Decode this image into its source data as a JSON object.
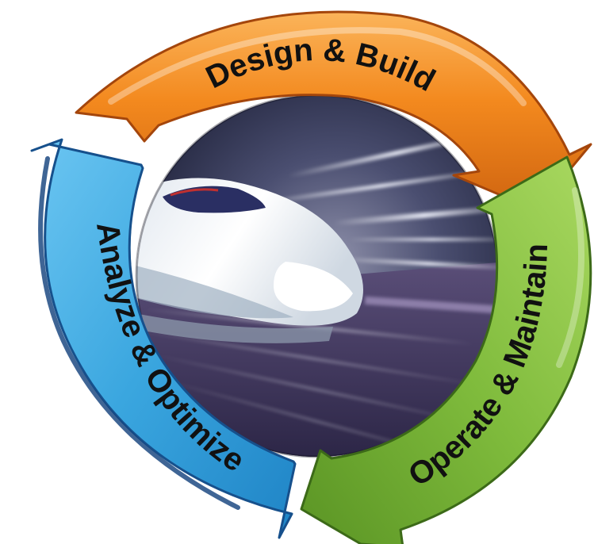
{
  "diagram": {
    "type": "cycle",
    "center_image": "high-speed-train-photo",
    "stages": [
      {
        "id": "design",
        "label": "Design & Build",
        "color": "#f08a1c",
        "edge": "#a4460c"
      },
      {
        "id": "operate",
        "label": "Operate & Maintain",
        "color": "#7db93a",
        "edge": "#3c6a18"
      },
      {
        "id": "analyze",
        "label": "Analyze & Optimize",
        "color": "#3fa8e0",
        "edge": "#16508c"
      }
    ]
  }
}
